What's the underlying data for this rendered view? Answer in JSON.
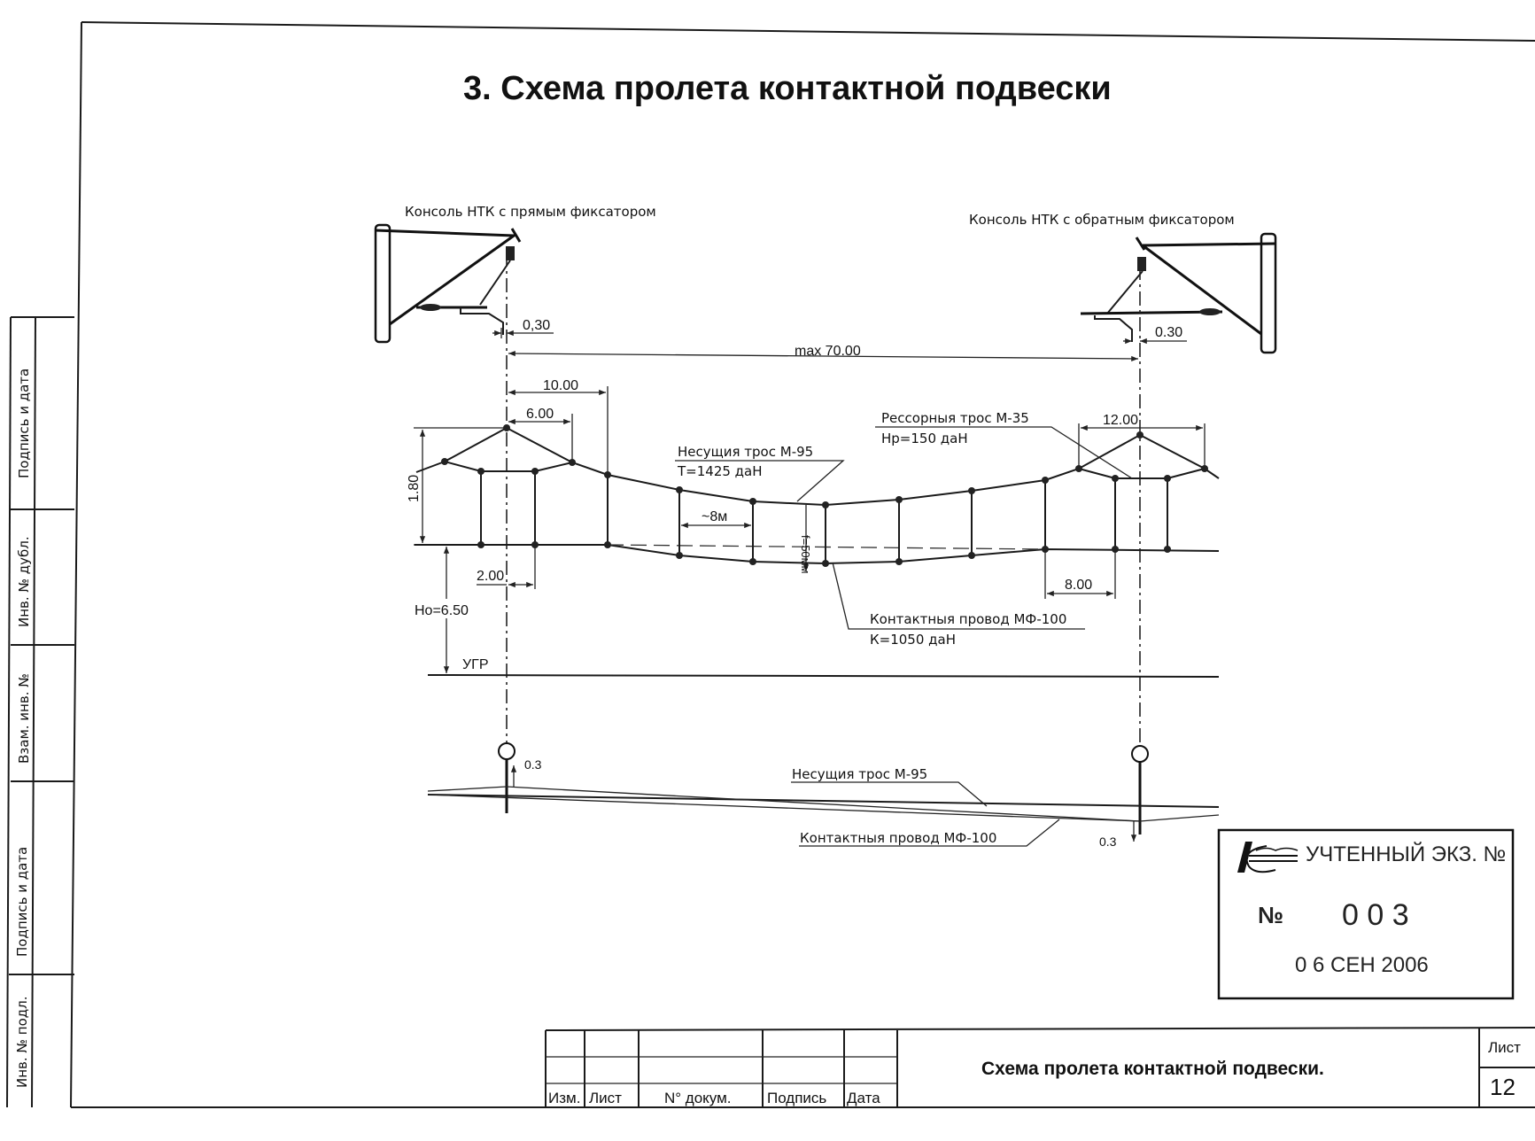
{
  "page": {
    "title": "3. Схема пролета контактной подвески"
  },
  "consoles": {
    "left_label": "Консоль НТК с прямым фиксатором",
    "right_label": "Консоль НТК с обратным фиксатором"
  },
  "dimensions": {
    "offset_left": "0,30",
    "offset_right": "0.30",
    "span_max": "max 70.00",
    "d_10": "10.00",
    "d_6": "6.00",
    "d_12": "12.00",
    "d_8": "8.00",
    "d_2": "2.00",
    "d_180": "1.80",
    "d_8m": "~8м",
    "sag": "f=50мм",
    "height": "Hо=6.50",
    "ugr": "УГР",
    "zigzag_up": "0.3",
    "zigzag_down": "0.3"
  },
  "callouts": {
    "messenger_name": "Несущия трос М-95",
    "messenger_tension": "Т=1425 даН",
    "spring_name": "Рессорныя трос М-35",
    "spring_tension": "Нр=150 даН",
    "contact_name": "Контактныя провод МФ-100",
    "contact_tension": "К=1050 даН",
    "plan_messenger": "Несущия трос М-95",
    "plan_contact": "Контактныя провод МФ-100"
  },
  "stamp": {
    "header": "УЧТЕННЫЙ ЭКЗ. №",
    "number_sign": "№",
    "number": "0 0 3",
    "date": "0 6 СЕН 2006"
  },
  "side_strip": {
    "fields": [
      "Подпись и дата",
      "Инв. № дубл.",
      "Взам. инв. №",
      "Подпись и дата",
      "Инв. № подл."
    ]
  },
  "title_block": {
    "columns": [
      "Изм.",
      "Лист",
      "N° докум.",
      "Подпись",
      "Дата"
    ],
    "drawing_name": "Схема пролета контактной подвески.",
    "sheet_label": "Лист",
    "sheet_number": "12"
  }
}
